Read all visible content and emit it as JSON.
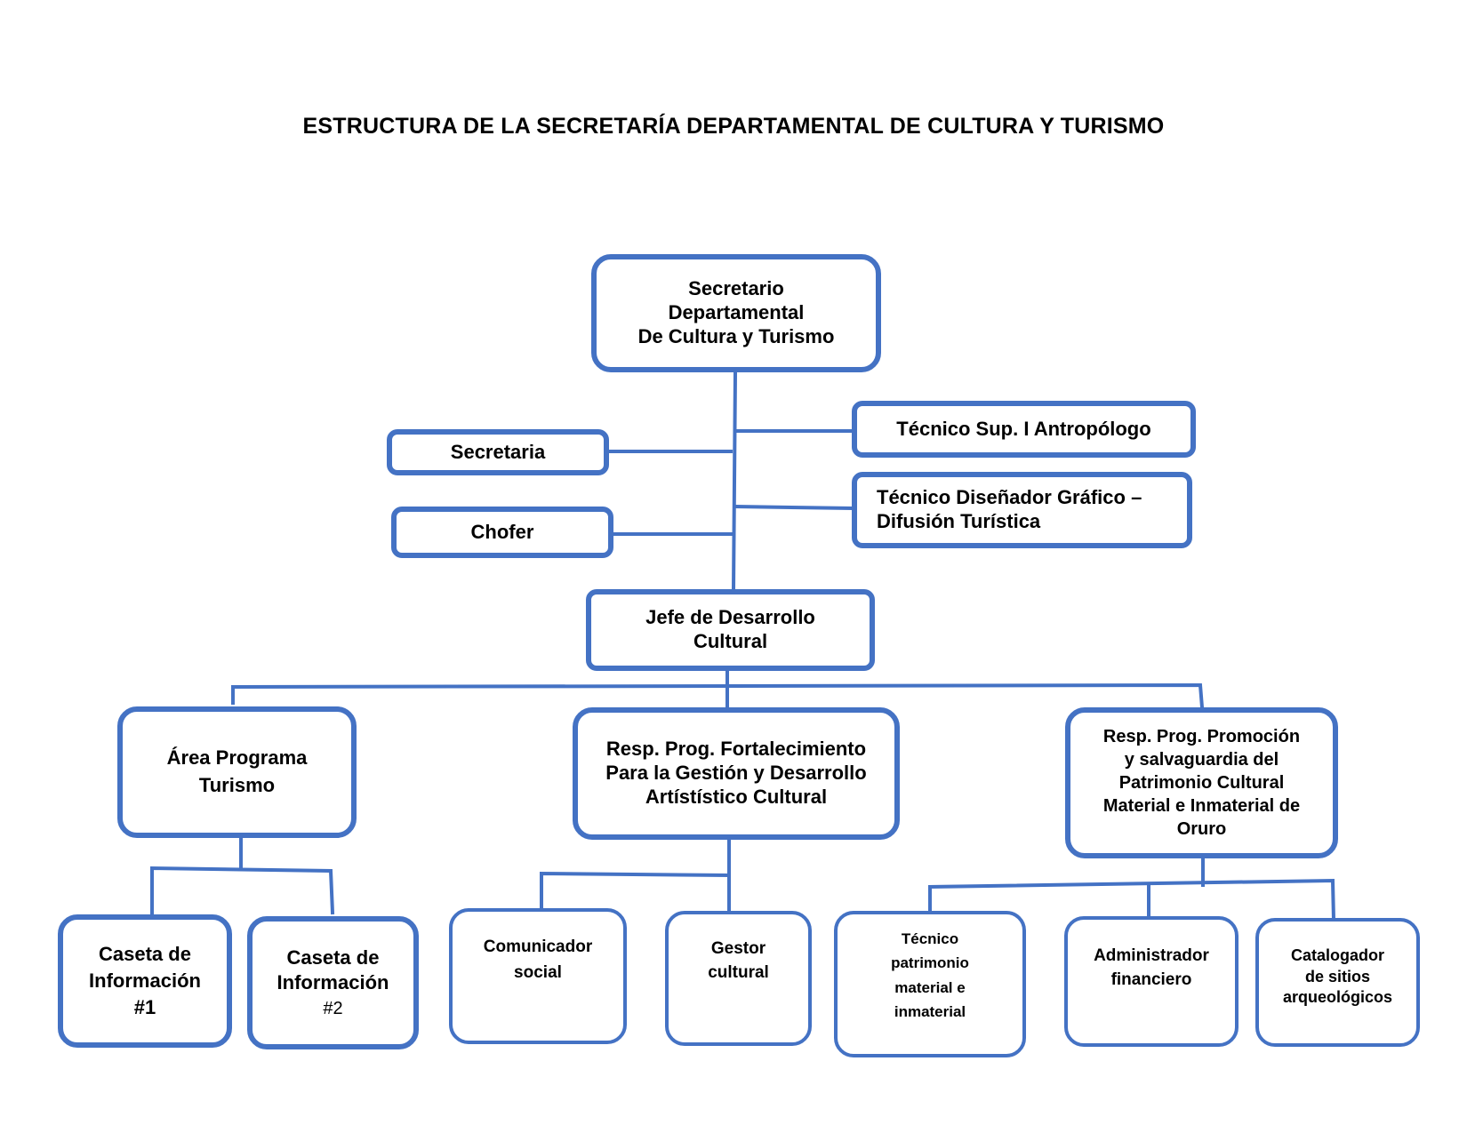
{
  "title": "ESTRUCTURA DE LA SECRETARÍA DEPARTAMENTAL DE CULTURA Y TURISMO",
  "colors": {
    "border": "#4472c4",
    "line": "#4472c4",
    "text": "#000000"
  },
  "nodes": {
    "secretario": "Secretario\nDepartamental\nDe Cultura y Turismo",
    "secretaria": "Secretaria",
    "chofer": "Chofer",
    "tecnico_antropologo": "Técnico Sup. I Antropólogo",
    "tecnico_disenador": "Técnico Diseñador Gráfico –\nDifusión Turística",
    "jefe": "Jefe de Desarrollo\nCultural",
    "area_turismo": "Área Programa\nTurismo",
    "resp_fortalecimiento": "Resp. Prog. Fortalecimiento\nPara la Gestión y Desarrollo\nArtístístico Cultural",
    "resp_promocion": "Resp. Prog. Promoción\ny salvaguardia del\nPatrimonio Cultural\nMaterial e Inmaterial de\nOruro",
    "caseta1": "Caseta de\nInformación\n#1",
    "caseta2_main": "Caseta de\nInformación",
    "caseta2_num": "#2",
    "comunicador": "Comunicador\nsocial",
    "gestor": "Gestor\ncultural",
    "tecnico_patrimonio": "Técnico\npatrimonio\nmaterial e\ninmaterial",
    "administrador": "Administrador\nfinanciero",
    "catalogador": "Catalogador\nde sitios\narqueológicos"
  }
}
